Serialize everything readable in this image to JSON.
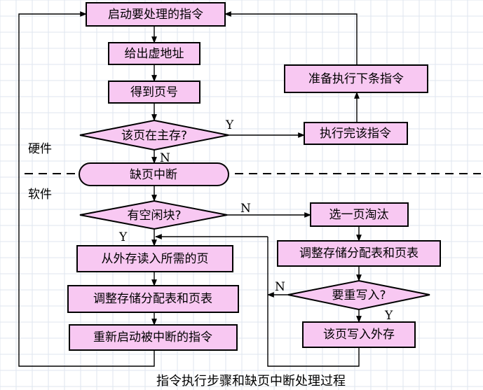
{
  "nodes": {
    "restart_instruction": "启动要处理的指令",
    "give_virtual_address": "给出虚地址",
    "get_page_number": "得到页号",
    "in_main_memory": "该页在主存?",
    "execute_instruction": "执行完该指令",
    "prepare_next": "准备执行下条指令",
    "page_fault_interrupt": "缺页中断",
    "has_free_block": "有空闲块?",
    "select_victim": "选一页淘汰",
    "adjust_tables_right": "调整存储分配表和页表",
    "need_write_back": "要重写入?",
    "write_to_external": "该页写入外存",
    "read_page": "从外存读入所需的页",
    "adjust_tables_left": "调整存储分配表和页表",
    "restart_interrupted": "重新启动被中断的指令"
  },
  "side_labels": {
    "hardware": "硬件",
    "software": "软件"
  },
  "branch_labels": {
    "in_memory_yes": "Y",
    "in_memory_no": "N",
    "free_block_no": "N",
    "free_block_yes": "Y",
    "rewrite_no": "N",
    "rewrite_yes": "Y"
  },
  "caption": "指令执行步骤和缺页中断处理过程",
  "colors": {
    "node_fill": "#f8c8f2",
    "stroke": "#000000",
    "grid": "#dfe6ef"
  }
}
